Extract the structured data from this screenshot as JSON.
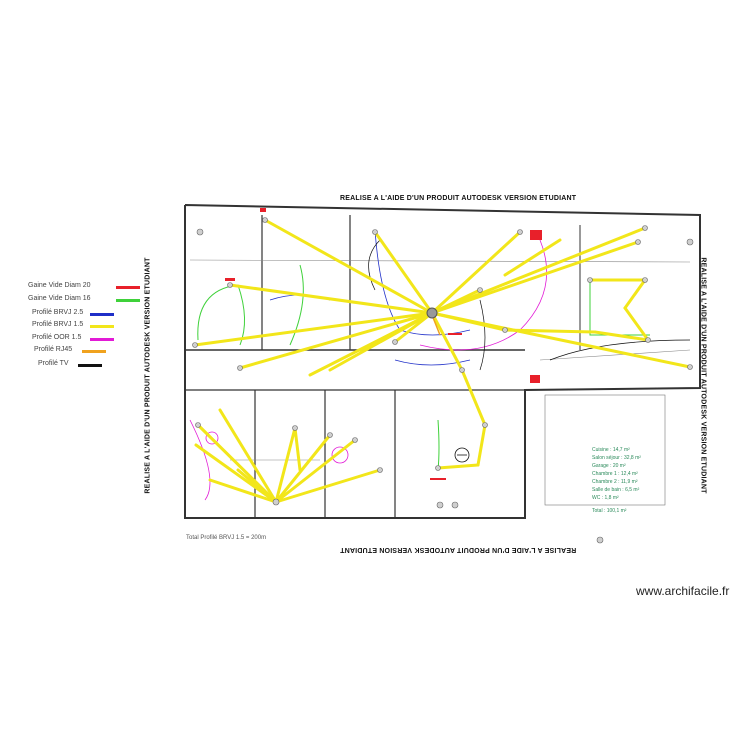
{
  "watermark": {
    "top": "REALISE A L'AIDE D'UN PRODUIT AUTODESK VERSION ETUDIANT",
    "bottom": "REALISE A L'AIDE D'UN PRODUIT AUTODESK VERSION ETUDIANT",
    "left": "REALISE A L'AIDE D'UN PRODUIT AUTODESK VERSION ETUDIANT",
    "right": "REALISE A L'AIDE D'UN PRODUIT AUTODESK VERSION ETUDIANT"
  },
  "legend": [
    {
      "label": "Gaine Vide Diam 20",
      "color": "#e8202a"
    },
    {
      "label": "Gaine Vide Diam 16",
      "color": "#3fd13a"
    },
    {
      "label": "Profilé BRVJ 2.5",
      "color": "#1f2fc8"
    },
    {
      "label": "Profilé BRVJ 1.5",
      "color": "#f2e61a"
    },
    {
      "label": "Profilé OOR 1.5",
      "color": "#e21ad6"
    },
    {
      "label": "Profilé RJ45",
      "color": "#f0a21e"
    },
    {
      "label": "Profilé TV",
      "color": "#111111"
    }
  ],
  "total_note": "Total Profilé BRVJ 1.5 = 200m",
  "surfaces": [
    "Cuisine : 14,7 m²",
    "Salon séjour : 32,8 m²",
    "Garage : 20 m²",
    "Chambre 1 : 12,4 m²",
    "Chambre 2 : 11,9 m²",
    "Salle de bain : 6,5 m²",
    "WC : 1,8 m²",
    "Total : 100,1 m²"
  ],
  "brand": "www.archifacile.fr"
}
